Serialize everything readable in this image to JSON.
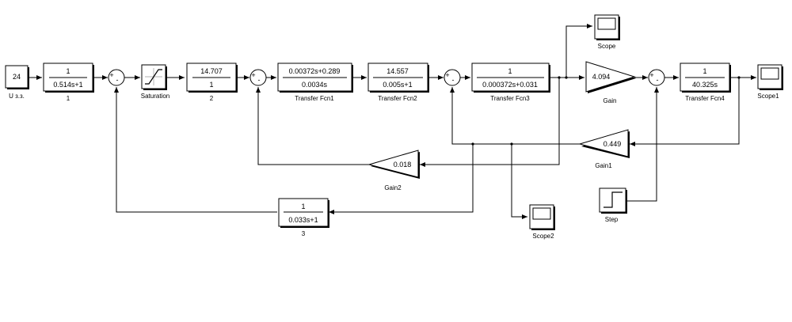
{
  "blocks": {
    "constant": {
      "value": "24",
      "label": "U з.з."
    },
    "tf1": {
      "num": "1",
      "den": "0.514s+1",
      "label": "1"
    },
    "saturation": {
      "label": "Saturation"
    },
    "gain2a": {
      "num": "14.707",
      "den": "1",
      "label": "2"
    },
    "tfcn1": {
      "num": "0.00372s+0.289",
      "den": "0.0034s",
      "label": "Transfer Fcn1"
    },
    "tfcn2": {
      "num": "14.557",
      "den": "0.005s+1",
      "label": "Transfer Fcn2"
    },
    "tfcn3": {
      "num": "1",
      "den": "0.000372s+0.031",
      "label": "Transfer Fcn3"
    },
    "gain": {
      "value": "4.094",
      "label": "Gain"
    },
    "tfcn4": {
      "num": "1",
      "den": "40.325s",
      "label": "Transfer Fcn4"
    },
    "gain1": {
      "value": "0.449",
      "label": "Gain1"
    },
    "gain2": {
      "value": "0.018",
      "label": "Gain2"
    },
    "tf3": {
      "num": "1",
      "den": "0.033s+1",
      "label": "3"
    },
    "scope": {
      "label": "Scope"
    },
    "scope1": {
      "label": "Scope1"
    },
    "scope2": {
      "label": "Scope2"
    },
    "step": {
      "label": "Step"
    }
  },
  "signs": {
    "plus": "+",
    "minus": "-"
  }
}
